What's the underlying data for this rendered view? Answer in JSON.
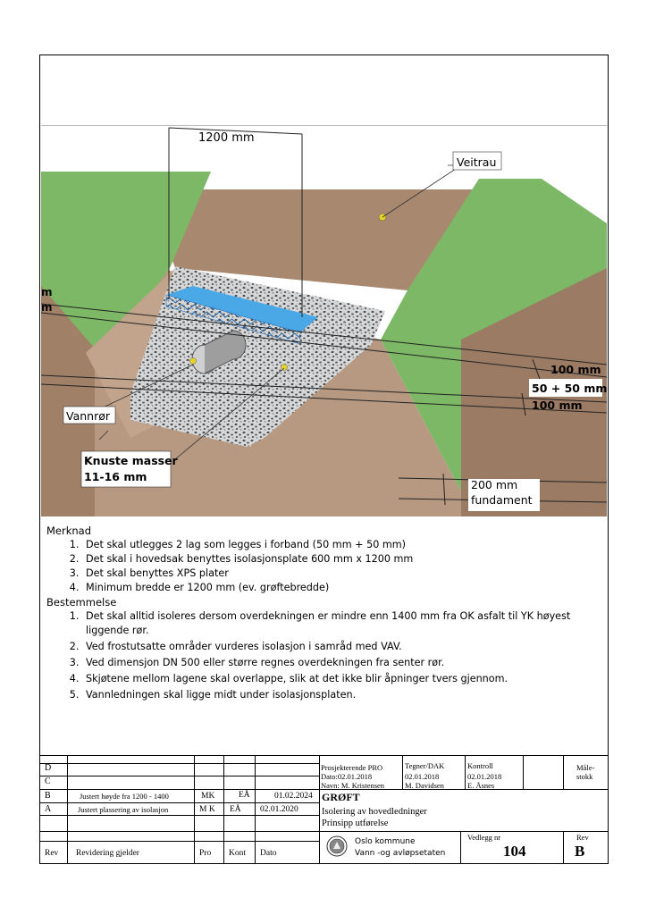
{
  "drawing": {
    "width_label": "1200 mm",
    "road_label": "Veitrau",
    "pipe_label": "Vannrør",
    "gravel_label_1": "Knuste masser",
    "gravel_label_2": "11-16 mm",
    "dim_top": "100 mm",
    "dim_insulation": "50 + 50 mm",
    "dim_bottom": "100 mm",
    "dim_foundation_1": "200 mm",
    "dim_foundation_2": "fundament",
    "left_edge_mm": "m",
    "left_edge_m": "m",
    "colors": {
      "grass": "#7cb866",
      "soil": "#b79982",
      "soil_dark": "#9b7b64",
      "insulation": "#4aa8e6",
      "gravel": "#c9cbcc"
    }
  },
  "notes": {
    "merknad_title": "Merknad",
    "merknad": [
      "Det skal utlegges 2 lag som legges i forband (50 mm + 50 mm)",
      "Det skal i hovedsak benyttes isolasjonsplate 600 mm x 1200 mm",
      "Det skal benyttes XPS plater",
      "Minimum bredde er 1200 mm (ev. grøftebredde)"
    ],
    "bestemmelse_title": "Bestemmelse",
    "bestemmelse": [
      "Det skal alltid isoleres dersom overdekningen er mindre enn 1400 mm fra OK asfalt til YK høyest liggende rør.",
      "Ved frostutsatte områder vurderes isolasjon i samråd med VAV.",
      "Ved dimensjon DN 500 eller større regnes overdekningen fra senter rør.",
      "Skjøtene mellom lagene skal overlappe, slik at det ikke blir åpninger tvers gjennom.",
      "Vannledningen skal ligge midt under isolasjonsplaten."
    ]
  },
  "titleblock": {
    "rev_d": "D",
    "rev_c": "C",
    "rev_b": "B",
    "rev_b_text": "Justert høyde fra 1200 - 1400",
    "rev_b_pro": "MK",
    "rev_b_kont": "EÅ",
    "rev_b_date": "01.02.2024",
    "rev_a": "A",
    "rev_a_text": "Justert plassering av isolasjon",
    "rev_a_pro": "M K",
    "rev_a_kont": "EÅ",
    "rev_a_date": "02.01.2020",
    "head_rev": "Rev",
    "head_rev_text": "Revidering gjelder",
    "head_pro": "Pro",
    "head_kont": "Kont",
    "head_dato": "Dato",
    "prosj_title": "Prosjekterende PRO",
    "prosj_date": "Dato:02.01.2018",
    "prosj_name": "Navn: M. Kristensen",
    "tegner_title": "Tegner/DAK",
    "tegner_date": "02.01.2018",
    "tegner_name": "M. Davidsen",
    "kontroll_title": "Kontroll",
    "kontroll_date": "02.01.2018",
    "kontroll_name": "E. Åsnes",
    "scale_1": "Måle-",
    "scale_2": "stokk",
    "title": "GRØFT",
    "subtitle_1": "Isolering av hovedledninger",
    "subtitle_2": "Prinsipp utførelse",
    "org_1": "Oslo kommune",
    "org_2": "Vann -og avløpsetaten",
    "vedlegg_label": "Vedlegg nr",
    "vedlegg_no": "104",
    "rev_label": "Rev",
    "rev_value": "B"
  }
}
